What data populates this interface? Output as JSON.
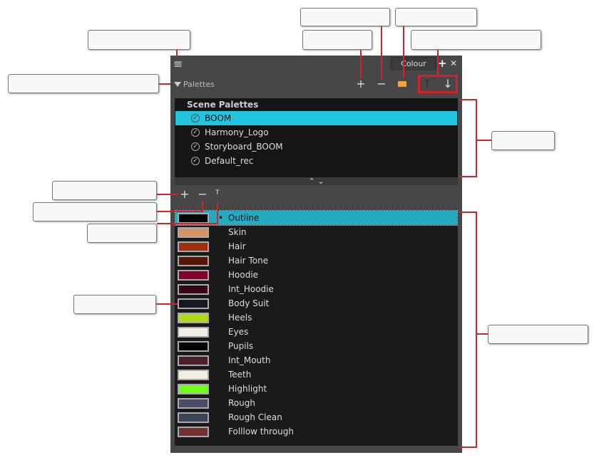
{
  "panel": {
    "tab_label": "Colour",
    "section_label": "Palettes",
    "scene_header": "Scene Palettes"
  },
  "palettes": [
    {
      "name": "BOOM",
      "selected": true
    },
    {
      "name": "Harmony_Logo",
      "selected": false
    },
    {
      "name": "Storyboard_BOOM",
      "selected": false
    },
    {
      "name": "Default_rec",
      "selected": false
    }
  ],
  "colours": [
    {
      "name": "Outline",
      "hex": "#050505",
      "selected": true
    },
    {
      "name": "Skin",
      "hex": "#d59462"
    },
    {
      "name": "Hair",
      "hex": "#a3300d"
    },
    {
      "name": "Hair Tone",
      "hex": "#5a1605"
    },
    {
      "name": "Hoodie",
      "hex": "#86002a"
    },
    {
      "name": "Int_Hoodie",
      "hex": "#3c0514"
    },
    {
      "name": "Body Suit",
      "hex": "#131a22"
    },
    {
      "name": "Heels",
      "hex": "#addd15"
    },
    {
      "name": "Eyes",
      "hex": "#f4efe3"
    },
    {
      "name": "Pupils",
      "hex": "#030303"
    },
    {
      "name": "Int_Mouth",
      "hex": "#4d1f26"
    },
    {
      "name": "Teeth",
      "hex": "#f4efe3"
    },
    {
      "name": "Highlight",
      "hex": "#6cff17"
    },
    {
      "name": "Rough",
      "hex": "#454d68"
    },
    {
      "name": "Rough Clean",
      "hex": "#3a4558"
    },
    {
      "name": "Folllow through",
      "hex": "#763233"
    }
  ],
  "icons": {
    "menu": "≡",
    "plus": "+",
    "minus": "−",
    "close": "✕",
    "up": "↑",
    "down": "↓",
    "chev_up": "⌃",
    "chev_down": "⌄",
    "check": "✓",
    "rename": "T",
    "bullet": "•"
  }
}
